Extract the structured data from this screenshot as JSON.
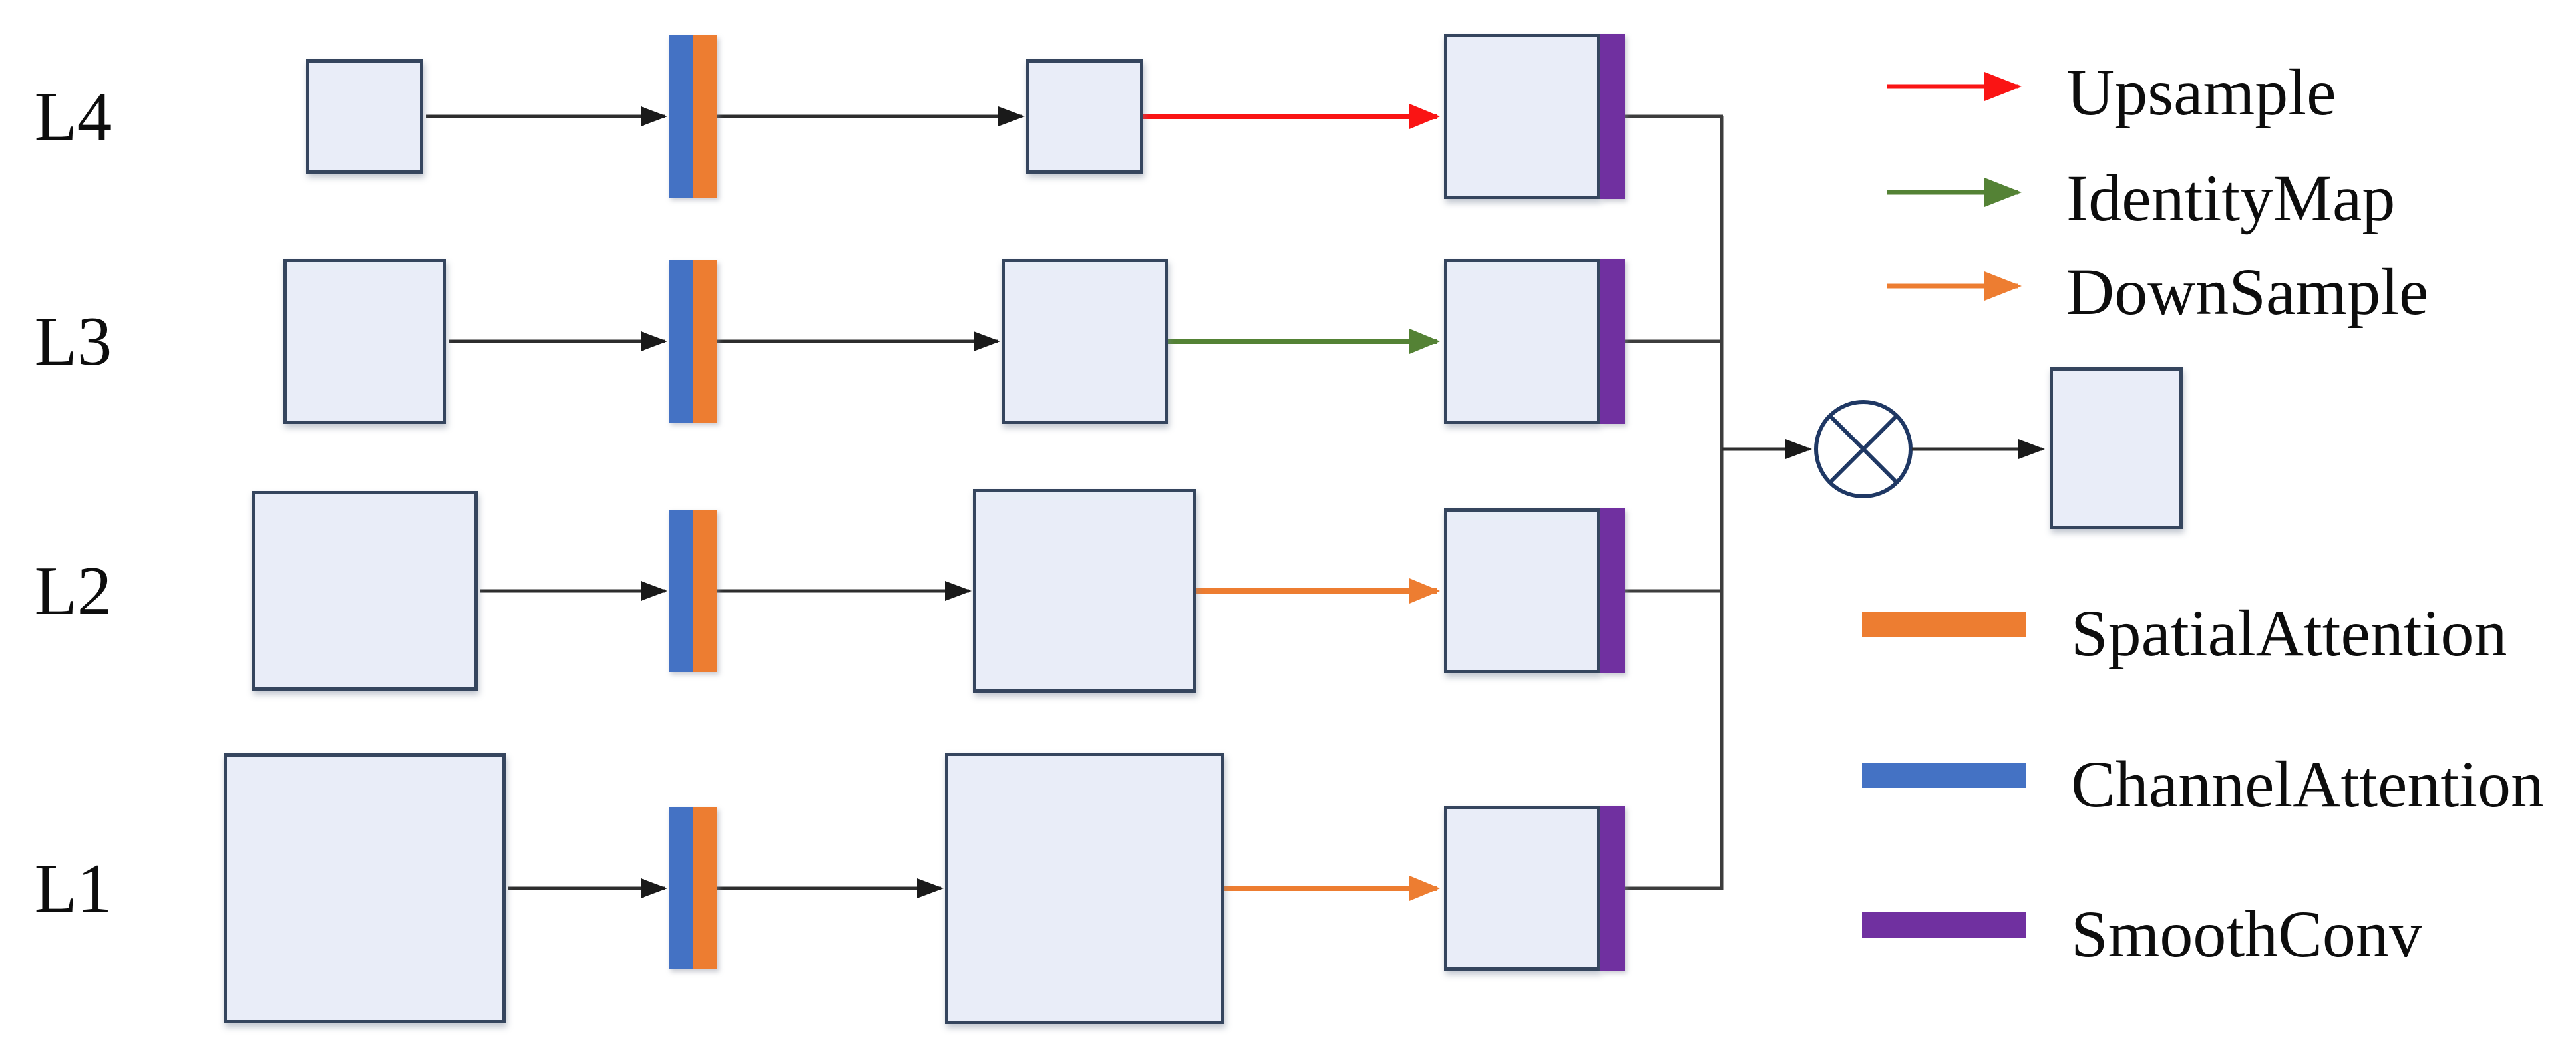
{
  "diagram": {
    "rows": [
      {
        "label": "L4",
        "transform": "Upsample"
      },
      {
        "label": "L3",
        "transform": "IdentityMap"
      },
      {
        "label": "L2",
        "transform": "DownSample"
      },
      {
        "label": "L1",
        "transform": "DownSample"
      }
    ],
    "operator_symbol": "⊗"
  },
  "legend": {
    "arrows": [
      {
        "label": "Upsample",
        "color": "#fa1414"
      },
      {
        "label": "IdentityMap",
        "color": "#548235"
      },
      {
        "label": "DownSample",
        "color": "#ed7d31"
      }
    ],
    "bars": [
      {
        "label": "SpatialAttention",
        "color": "#ed7d31"
      },
      {
        "label": "ChannelAttention",
        "color": "#4472c4"
      },
      {
        "label": "SmoothConv",
        "color": "#7030a0"
      }
    ]
  },
  "colors": {
    "box_fill": "#e9edf8",
    "box_border": "#35455e",
    "wire_black": "#2d2d2d",
    "operator_navy": "#1f3864",
    "channel_attention_blue": "#4472c4",
    "spatial_attention_orange": "#ed7d31",
    "smooth_conv_purple": "#7030a0",
    "upsample_red": "#fa1414",
    "identity_map_green": "#548235",
    "downsample_orange": "#ed7d31"
  }
}
